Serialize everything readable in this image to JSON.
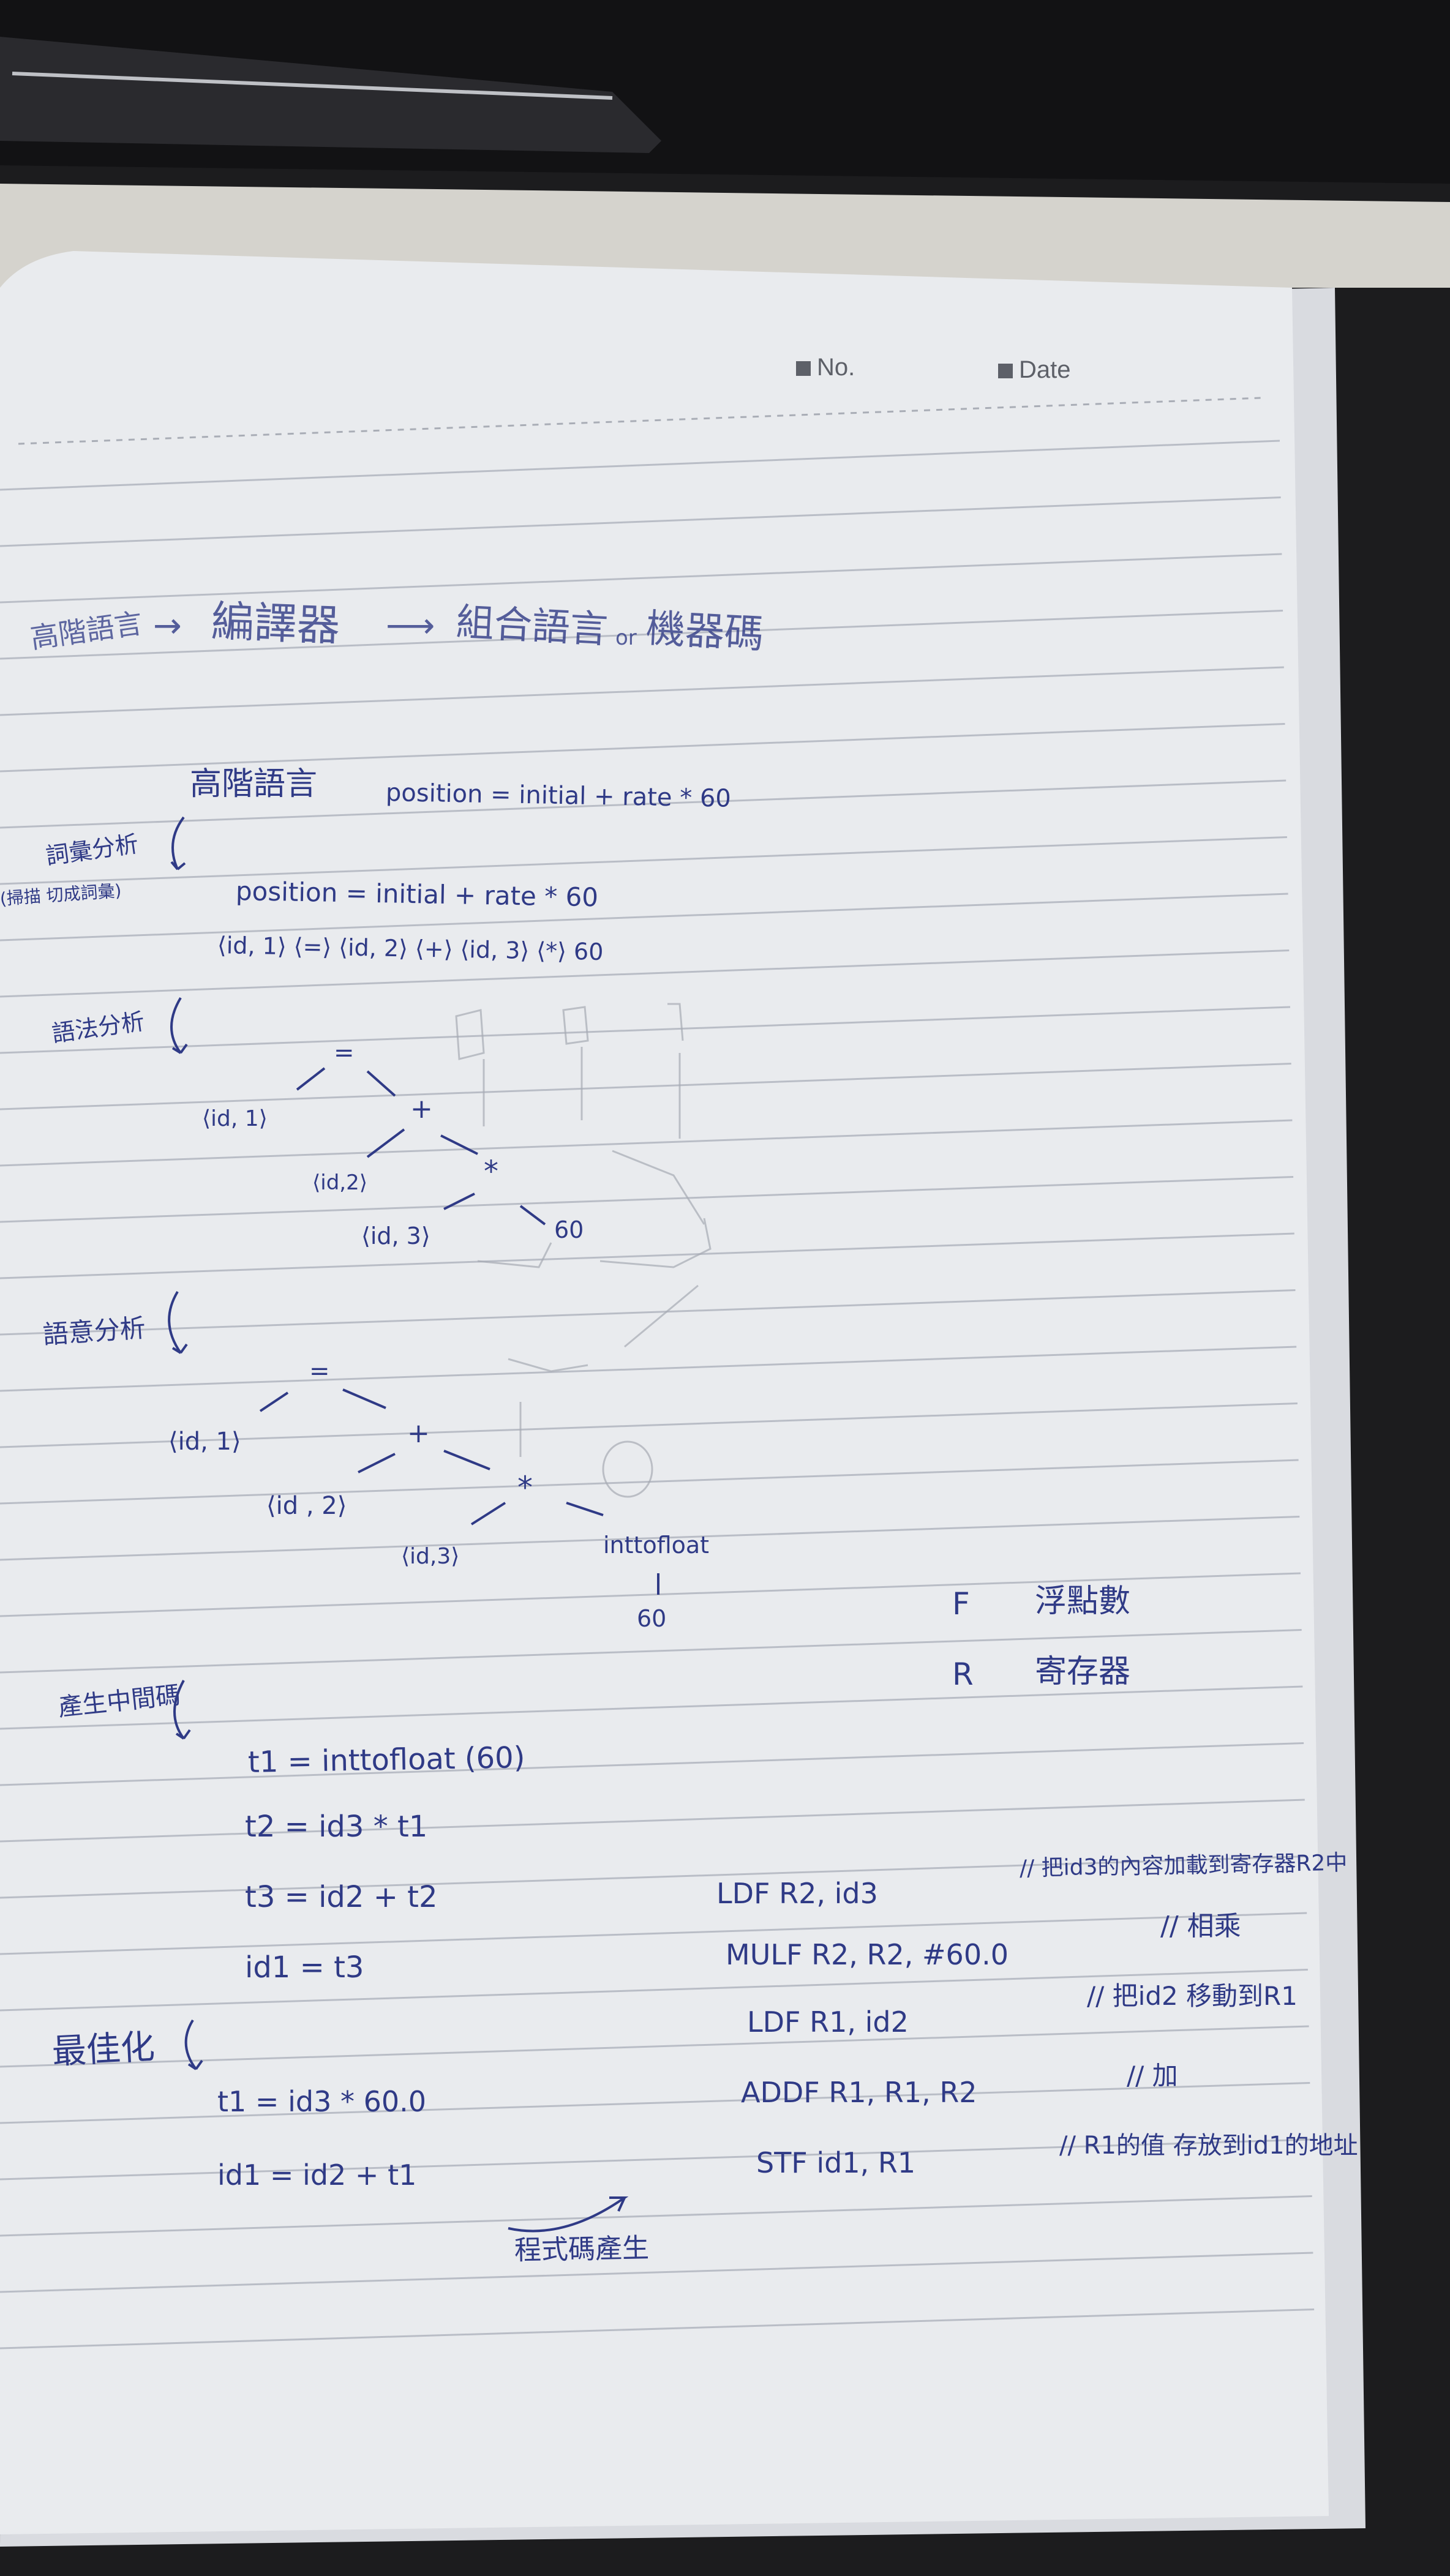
{
  "header": {
    "no_label": "No.",
    "date_label": "Date"
  },
  "colors": {
    "ink": "#2f3a86",
    "paper": "#e9ebee",
    "rule": "#b9bdc6",
    "background": "#1c1c1e"
  },
  "notes": {
    "overview": {
      "high_level": "高階語言",
      "arrow1": "→",
      "compiler": "編譯器",
      "arrow2": "⟶",
      "assembly": "組合語言",
      "or": "or",
      "machine_code": "機器碼"
    },
    "source_line": {
      "label": "高階語言",
      "code": "position = initial + rate * 60"
    },
    "lexical": {
      "label": "詞彙分析",
      "sublabel": "(掃描 切成詞彙)",
      "code": "position = initial + rate * 60",
      "tokens": "⟨id, 1⟩ ⟨=⟩ ⟨id, 2⟩ ⟨+⟩ ⟨id, 3⟩ ⟨*⟩ 60"
    },
    "syntax": {
      "label": "語法分析",
      "tree": {
        "root": "=",
        "id1": "⟨id, 1⟩",
        "plus": "+",
        "id2": "⟨id,2⟩",
        "star": "*",
        "id3": "⟨id, 3⟩",
        "num": "60"
      }
    },
    "semantic": {
      "label": "語意分析",
      "tree": {
        "root": "=",
        "id1": "⟨id, 1⟩",
        "plus": "+",
        "id2": "⟨id , 2⟩",
        "star": "*",
        "id3": "⟨id,3⟩",
        "conv": "inttofloat",
        "num": "60"
      }
    },
    "legend": {
      "f_key": "F",
      "f_val": "浮點數",
      "r_key": "R",
      "r_val": "寄存器"
    },
    "intermediate": {
      "label": "產生中間碼",
      "lines": [
        "t1 = inttofloat (60)",
        "t2 = id3 * t1",
        "t3 = id2 + t2",
        "id1 = t3"
      ]
    },
    "optimization": {
      "label": "最佳化",
      "lines": [
        "t1 = id3 * 60.0",
        "id1 = id2 + t1"
      ]
    },
    "codegen": {
      "label": "程式碼產生",
      "lines": [
        {
          "instr": "LDF  R2, id3",
          "comment": "// 把id3的內容加載到寄存器R2中"
        },
        {
          "instr": "MULF  R2, R2, #60.0",
          "comment": "// 相乘"
        },
        {
          "instr": "LDF  R1, id2",
          "comment": "// 把id2 移動到R1"
        },
        {
          "instr": "ADDF  R1, R1, R2",
          "comment": "// 加"
        },
        {
          "instr": "STF  id1, R1",
          "comment": "// R1的值 存放到id1的地址"
        }
      ]
    }
  }
}
